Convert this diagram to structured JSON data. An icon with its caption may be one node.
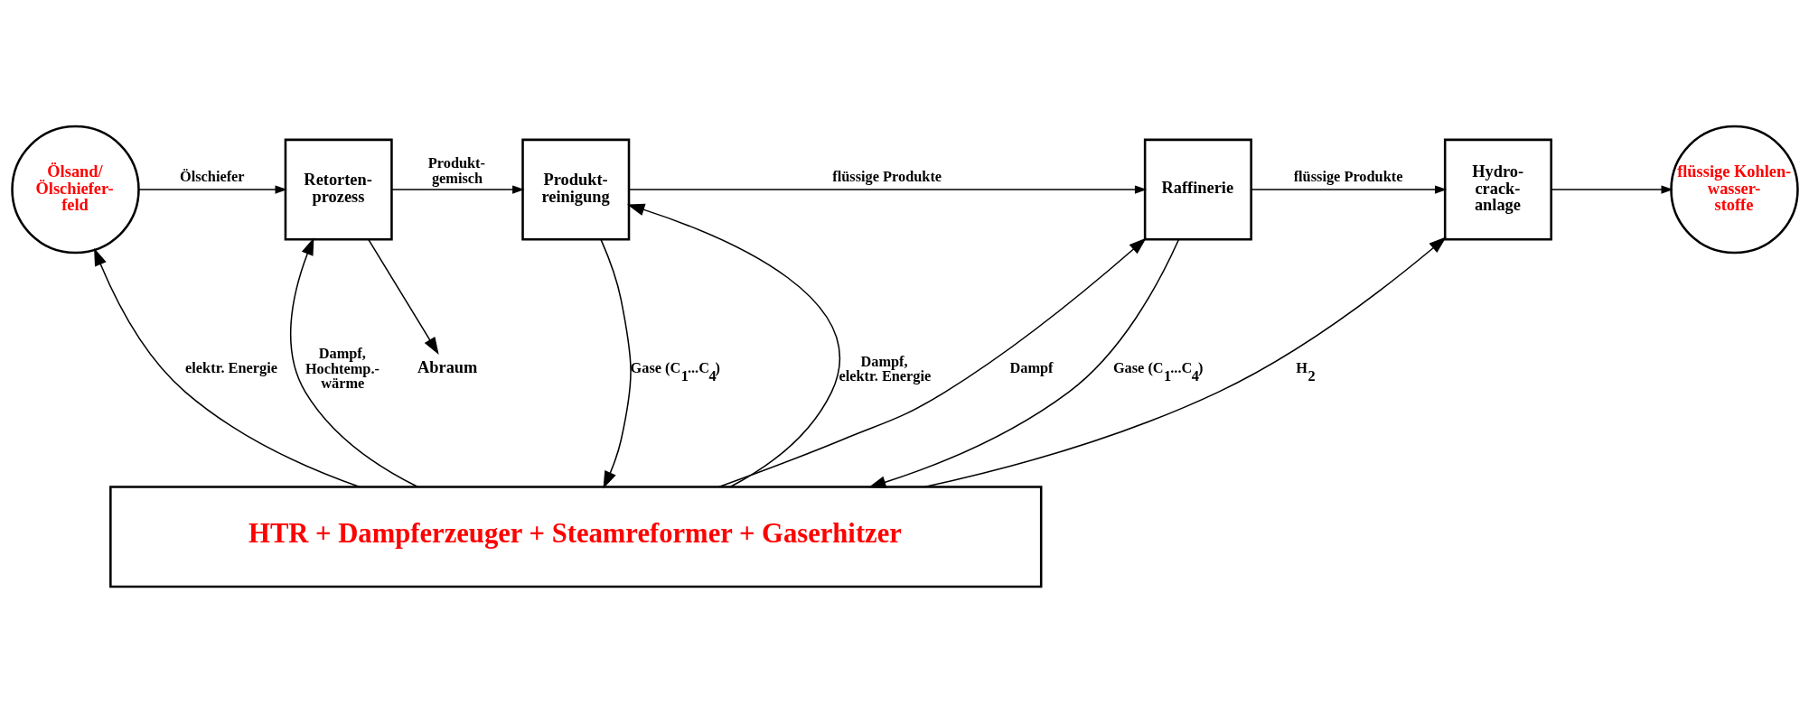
{
  "diagram": {
    "nodes": [
      {
        "text": [
          "Ölsand/ Ölschiefer- feld"
        ]
      },
      {
        "text": [
          "Retorten- prozess"
        ]
      },
      {
        "text": [
          "Produkt- reinigung"
        ]
      },
      {
        "text": [
          "Raffinerie"
        ]
      },
      {
        "text": [
          "Hydro- crack- anlage"
        ]
      },
      {
        "text": [
          "flüssige Kohlen- wasser- stoffe"
        ]
      },
      {
        "text": [
          "HTR + Dampferzeuger + Steamreformer + Gaserhitzer"
        ]
      },
      {
        "text": [
          "Abraum"
        ]
      }
    ],
    "edges": [
      {
        "from": 0,
        "to": 1,
        "arrow": "to",
        "label": "Ölschiefer"
      },
      {
        "from": 1,
        "to": 2,
        "arrow": "to",
        "label": "Produkt- gemisch"
      },
      {
        "from": 2,
        "to": 3,
        "arrow": "to",
        "label": "flüssige Produkte"
      },
      {
        "from": 3,
        "to": 4,
        "arrow": "to",
        "label": "flüssige Produkte"
      },
      {
        "from": 4,
        "to": 5,
        "arrow": "to"
      },
      {
        "from": 6,
        "to": 0,
        "arrow": "to",
        "label": "elektr. Energie"
      },
      {
        "from": 6,
        "to": 1,
        "arrow": "to",
        "label": "Dampf, Hochtemp.- wärme"
      },
      {
        "from": 1,
        "to": 7,
        "arrow": "to"
      },
      {
        "from": 6,
        "to": 2,
        "arrow": "to",
        "label": "Dampf, elektr. Energie"
      },
      {
        "from": 2,
        "to": 6,
        "arrow": "to",
        "label": "Gase (C$_{1}$...C$_{4}$)"
      },
      {
        "from": 6,
        "to": 3,
        "arrow": "to",
        "label": "Dampf"
      },
      {
        "from": 3,
        "to": 6,
        "arrow": "to",
        "label": "Gase (C$_{1}$...C$_{4}$)"
      },
      {
        "from": 6,
        "to": 4,
        "arrow": "to",
        "label": "H$_{2}$"
      }
    ]
  }
}
